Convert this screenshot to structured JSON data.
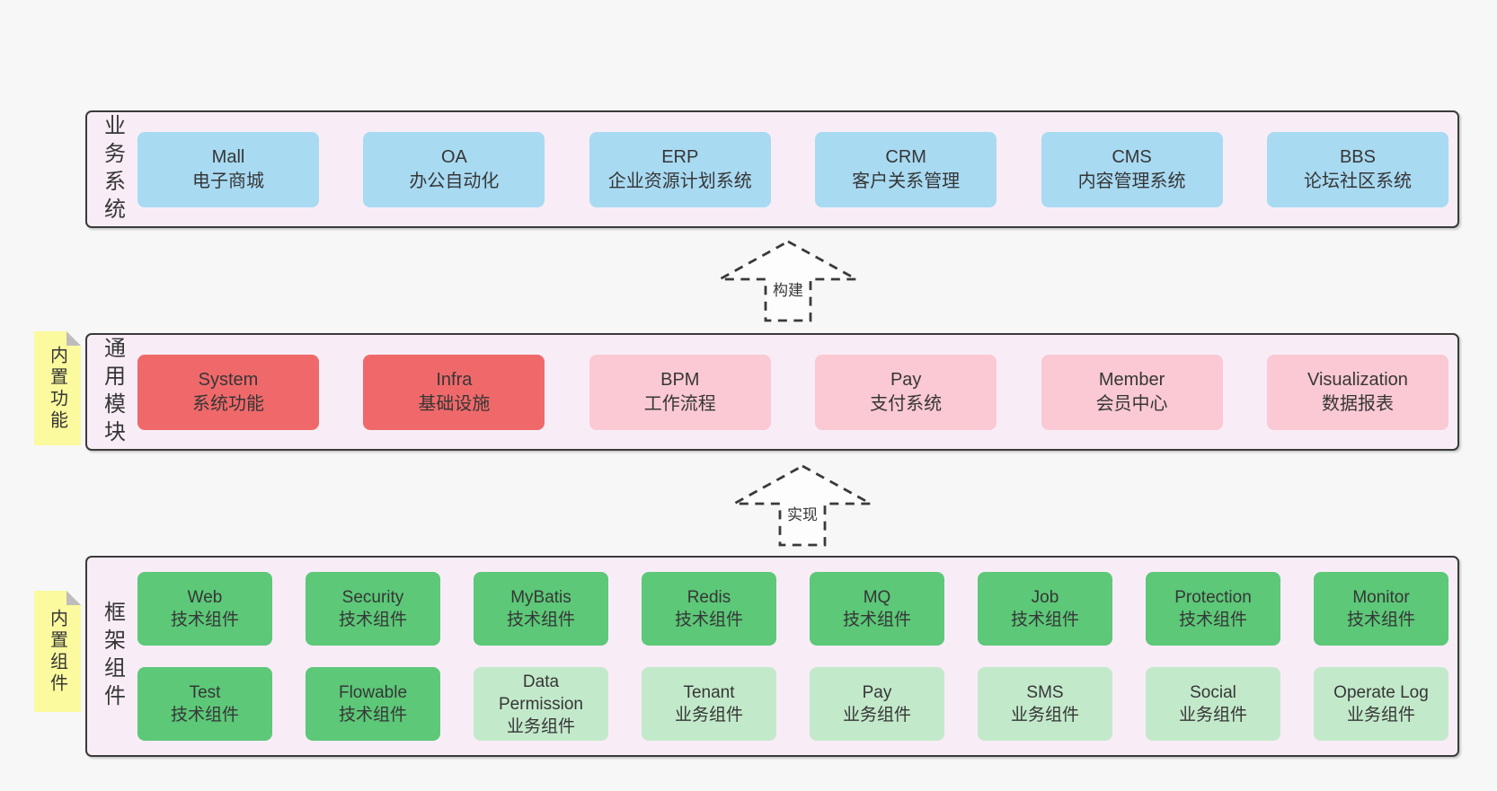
{
  "colors": {
    "page-bg": "#f7f7f7",
    "band-bg": "#f8edf6",
    "band-border": "#3a3a3a",
    "blue": "#a8daf2",
    "red": "#f0696a",
    "pink": "#fac9d3",
    "green": "#5cc878",
    "light-green": "#c3e9cb",
    "sticky": "#fbfa9e",
    "fold": "#bdbdbd",
    "text": "#363636",
    "arrow-fill": "#fdfdfd",
    "arrow-stroke": "#3a3a3a"
  },
  "bands": [
    {
      "label": "业务系统",
      "boxes": [
        {
          "en": "Mall",
          "zh": "电子商城"
        },
        {
          "en": "OA",
          "zh": "办公自动化"
        },
        {
          "en": "ERP",
          "zh": "企业资源计划系统"
        },
        {
          "en": "CRM",
          "zh": "客户关系管理"
        },
        {
          "en": "CMS",
          "zh": "内容管理系统"
        },
        {
          "en": "BBS",
          "zh": "论坛社区系统"
        }
      ]
    },
    {
      "label": "通用模块",
      "sticky": "内置功能",
      "boxes": [
        {
          "en": "System",
          "zh": "系统功能"
        },
        {
          "en": "Infra",
          "zh": "基础设施"
        },
        {
          "en": "BPM",
          "zh": "工作流程"
        },
        {
          "en": "Pay",
          "zh": "支付系统"
        },
        {
          "en": "Member",
          "zh": "会员中心"
        },
        {
          "en": "Visualization",
          "zh": "数据报表"
        }
      ]
    },
    {
      "label": "框架组件",
      "sticky": "内置组件",
      "rows": [
        [
          {
            "en": "Web",
            "zh": "技术组件"
          },
          {
            "en": "Security",
            "zh": "技术组件"
          },
          {
            "en": "MyBatis",
            "zh": "技术组件"
          },
          {
            "en": "Redis",
            "zh": "技术组件"
          },
          {
            "en": "MQ",
            "zh": "技术组件"
          },
          {
            "en": "Job",
            "zh": "技术组件"
          },
          {
            "en": "Protection",
            "zh": "技术组件"
          },
          {
            "en": "Monitor",
            "zh": "技术组件"
          }
        ],
        [
          {
            "en": "Test",
            "zh": "技术组件"
          },
          {
            "en": "Flowable",
            "zh": "技术组件"
          },
          {
            "en": "Data Permission",
            "zh": "业务组件"
          },
          {
            "en": "Tenant",
            "zh": "业务组件"
          },
          {
            "en": "Pay",
            "zh": "业务组件"
          },
          {
            "en": "SMS",
            "zh": "业务组件"
          },
          {
            "en": "Social",
            "zh": "业务组件"
          },
          {
            "en": "Operate Log",
            "zh": "业务组件"
          }
        ]
      ]
    }
  ],
  "arrows": [
    {
      "label": "构建"
    },
    {
      "label": "实现"
    }
  ]
}
